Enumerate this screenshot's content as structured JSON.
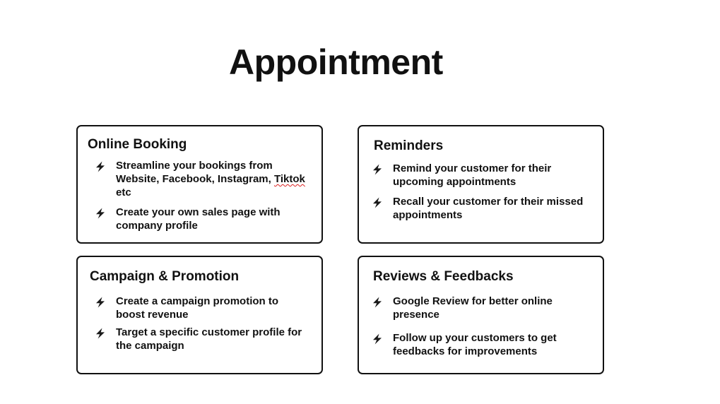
{
  "page": {
    "title": "Appointment"
  },
  "icons": {
    "bullet": "lightning-bolt-icon"
  },
  "colors": {
    "text": "#111111",
    "border": "#111111",
    "background": "#ffffff",
    "spellcheck_underline": "#dd2222"
  },
  "cards": {
    "online_booking": {
      "title": "Online Booking",
      "bullets": {
        "streamline_prefix": "Streamline your bookings from Website, Facebook, Instagram, ",
        "streamline_tiktok": "Tiktok",
        "streamline_suffix": " etc",
        "sales_page": "Create your own sales page with company profile"
      }
    },
    "reminders": {
      "title": "Reminders",
      "bullets": [
        "Remind your customer for their upcoming appointments",
        "Recall your customer for their missed appointments"
      ]
    },
    "campaign": {
      "title": "Campaign & Promotion",
      "bullets": [
        "Create a campaign promotion to boost revenue",
        "Target a specific customer profile for the campaign"
      ]
    },
    "reviews": {
      "title": "Reviews & Feedbacks",
      "bullets": [
        "Google Review for better online presence",
        "Follow up your customers to get feedbacks for improvements"
      ]
    }
  }
}
